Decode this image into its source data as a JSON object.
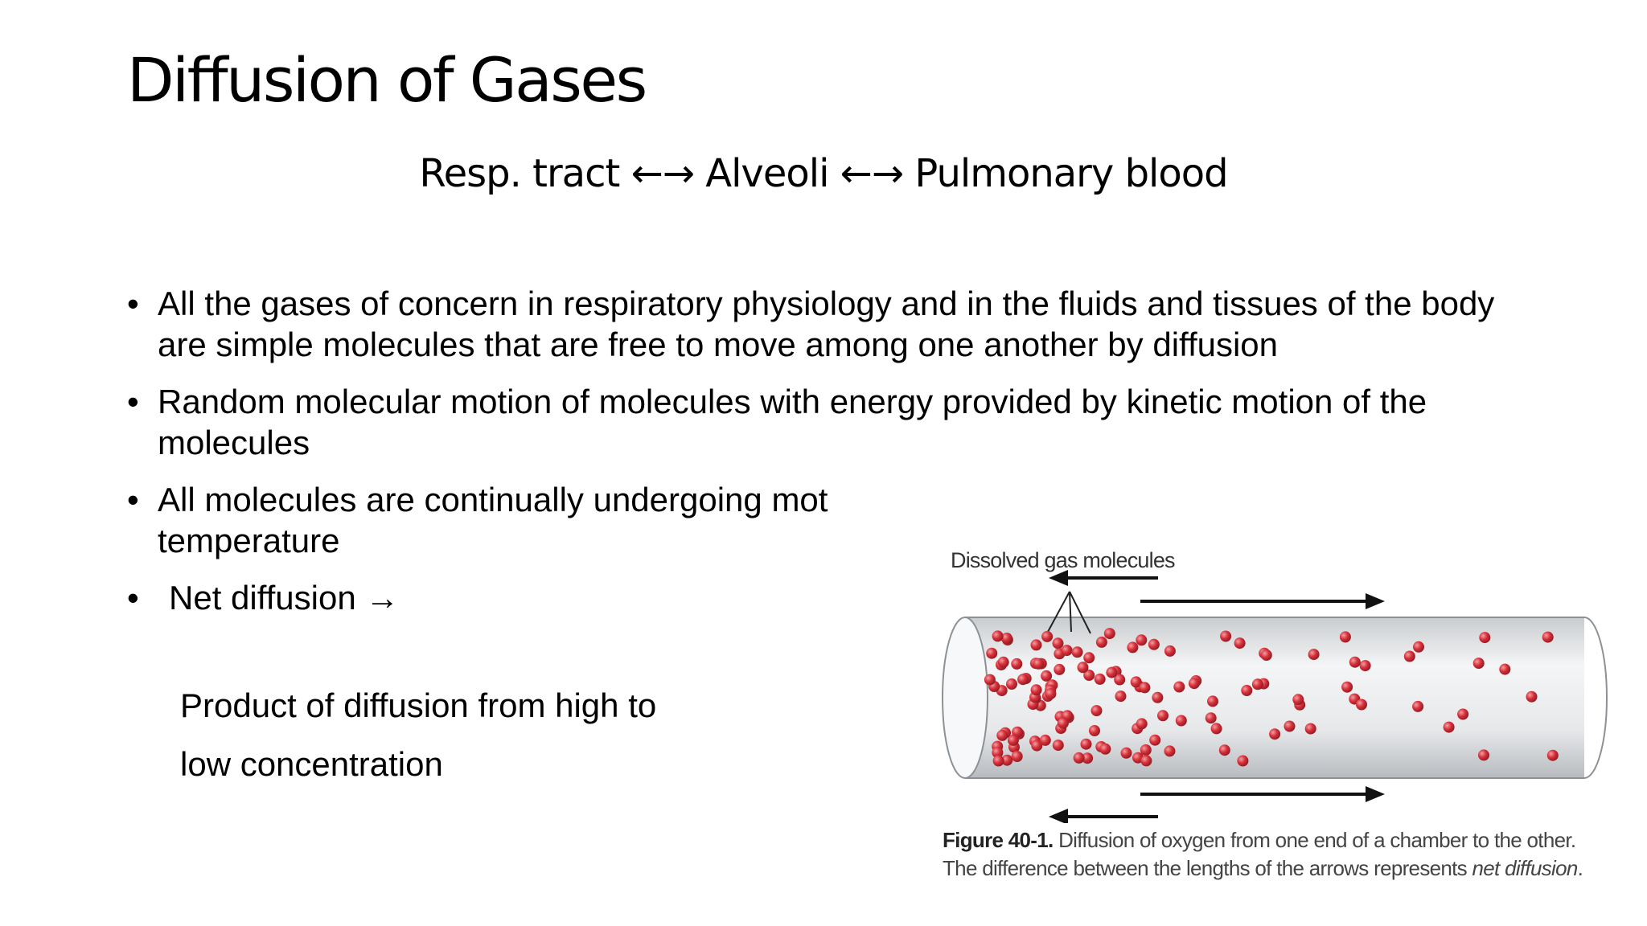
{
  "slide": {
    "title": "Diffusion of Gases",
    "subtitle": "Resp. tract ←→ Alveoli ←→ Pulmonary blood"
  },
  "bullets": [
    "All the gases of concern in respiratory physiology and in the fluids and tissues of the body are simple molecules that are free to move among one another by diffusion",
    "Random molecular motion of molecules with energy provided by kinetic motion of the molecules",
    "All molecules are continually undergoing mot",
    "temperature",
    "Net diffusion →"
  ],
  "net_diffusion_detail": [
    "Product of diffusion from high to",
    "low concentration"
  ],
  "bullet_marker": "•",
  "figure": {
    "label": "Dissolved gas molecules",
    "caption_number": "Figure 40-1.",
    "caption_text": "Diffusion of oxygen from one end of a chamber to the other. The difference between the lengths of the arrows represents",
    "caption_italic": "net diffusion",
    "caption_end": ".",
    "molecule_color": "#d8303a",
    "tube_color": "#e4e6e8"
  }
}
